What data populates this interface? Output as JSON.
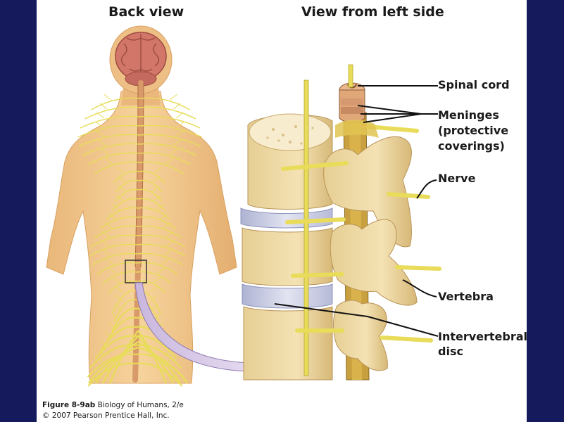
{
  "titles": {
    "back_view": "Back view",
    "left_side_view": "View from left side"
  },
  "labels": {
    "spinal_cord": "Spinal cord",
    "meninges_line1": "Meninges",
    "meninges_line2": "(protective",
    "meninges_line3": "coverings)",
    "nerve": "Nerve",
    "vertebra": "Vertebra",
    "intervertebral_line1": "Intervertebral",
    "intervertebral_line2": "disc"
  },
  "caption": {
    "figure_id": "Figure 8-9ab",
    "book_title": "Biology of Humans, 2/e",
    "copyright": "© 2007 Pearson Prentice Hall, Inc."
  },
  "colors": {
    "outer_background": "#141a5c",
    "panel_background": "#ffffff",
    "skin": "#f0c487",
    "nerve": "#e8dc5a",
    "spinal_cord": "#e0a878",
    "bone": "#eed9a4",
    "disc": "#c9cde4",
    "brain": "#d2766a",
    "arrow": "#b9a6d2"
  }
}
